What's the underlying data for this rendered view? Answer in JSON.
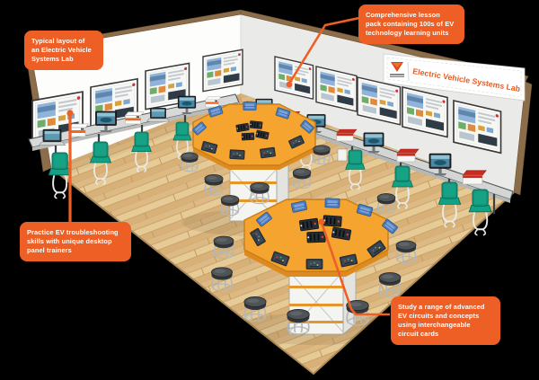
{
  "callouts": {
    "top_left": {
      "text": "Typical layout of\nan Electric Vehicle\nSystems Lab"
    },
    "top_right": {
      "text": "Comprehensive lesson\npack containing 100s of EV\ntechnology learning units"
    },
    "bottom_left": {
      "text": "Practice EV troubleshooting\nskills with unique desktop\npanel trainers"
    },
    "bottom_right": {
      "text": "Study a range of advanced\nEV circuits and concepts\nusing interchangeable\ncircuit cards"
    }
  },
  "banner": {
    "label": "Electric Vehicle Systems Lab",
    "logo_icon": "ljcreate-logo"
  },
  "colors": {
    "accent_orange": "#ED5F25",
    "table_top_orange": "#F4A42F",
    "chair_green": "#13967C",
    "trainer_red": "#CC2B20",
    "case_blue": "#4D7FC0",
    "floor_wood": "#E2C28C",
    "wall_left": "#FDFDFC",
    "wall_right": "#EAEAE8",
    "wall_edge_brown": "#8C6D4A",
    "background": "#000000",
    "callout_text": "#FFFFFF"
  }
}
